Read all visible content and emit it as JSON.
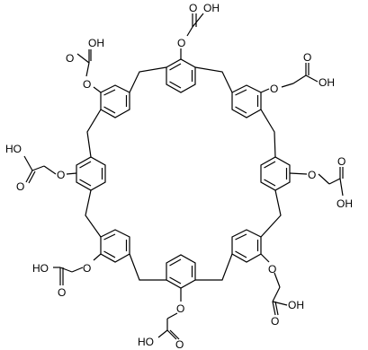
{
  "molecule": {
    "line_color": "#000000",
    "background": "#ffffff",
    "labels": {
      "ether_oxygen": "O",
      "carbonyl_oxygen": "O",
      "hydroxyl": "OH",
      "hydroxyl_reversed": "HO"
    }
  }
}
